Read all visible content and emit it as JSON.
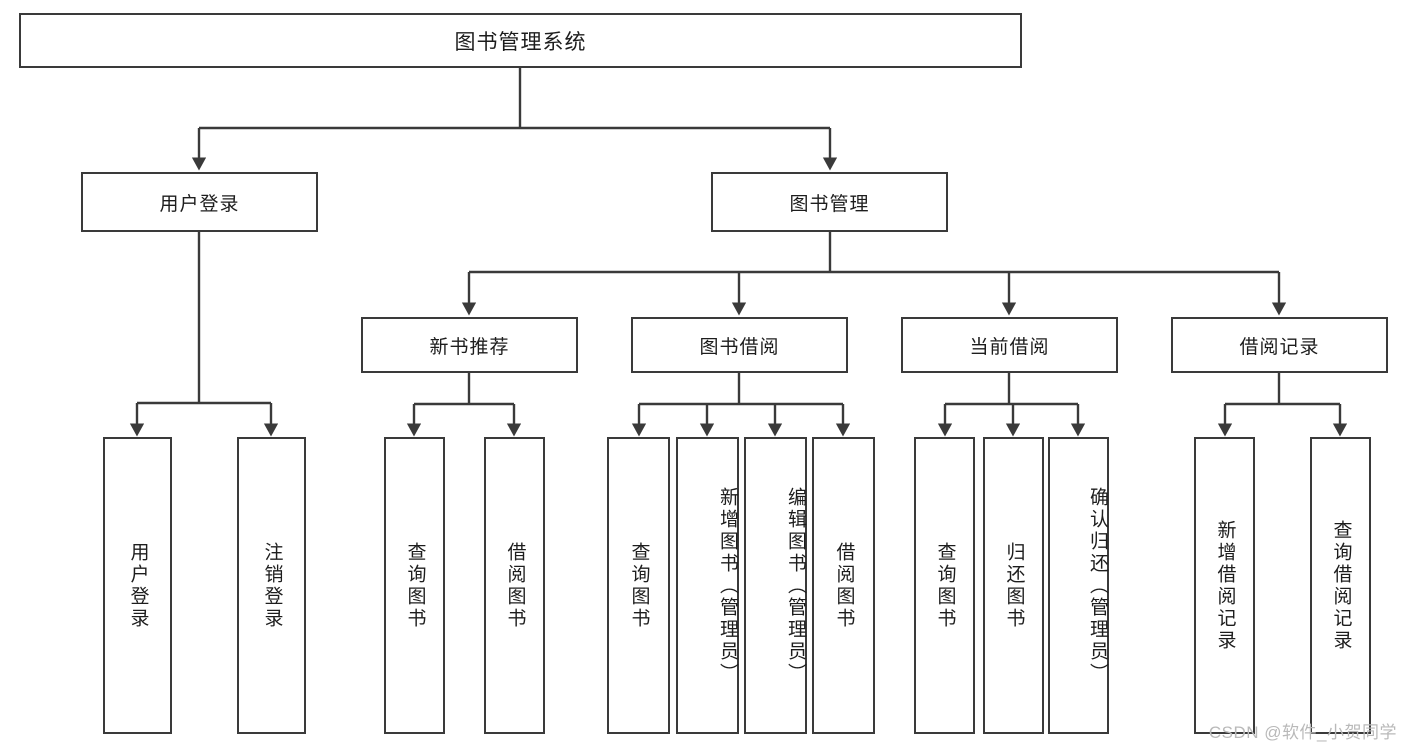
{
  "diagram": {
    "title": "图书管理系统",
    "type": "tree-hierarchy-diagram",
    "stroke_color": "#3a3a3a",
    "fill_color": "#ffffff",
    "text_color": "#1d1d1d",
    "nodes": {
      "root": {
        "label": "图书管理系统"
      },
      "level2": [
        {
          "label": "用户登录"
        },
        {
          "label": "图书管理"
        }
      ],
      "level3": [
        {
          "label": "新书推荐"
        },
        {
          "label": "图书借阅"
        },
        {
          "label": "当前借阅"
        },
        {
          "label": "借阅记录"
        }
      ],
      "leaves": {
        "user_login": [
          {
            "label": "用户登录"
          },
          {
            "label": "注销登录"
          }
        ],
        "new_book_recommend": [
          {
            "label": "查询图书"
          },
          {
            "label": "借阅图书"
          }
        ],
        "book_borrow": [
          {
            "label": "查询图书"
          },
          {
            "label": "新增图书（管理员）"
          },
          {
            "label": "编辑图书（管理员）"
          },
          {
            "label": "借阅图书"
          }
        ],
        "current_borrow": [
          {
            "label": "查询图书"
          },
          {
            "label": "归还图书"
          },
          {
            "label": "确认归还（管理员）"
          }
        ],
        "borrow_record": [
          {
            "label": "新增借阅记录"
          },
          {
            "label": "查询借阅记录"
          }
        ]
      }
    }
  },
  "watermark": {
    "text": "CSDN @软件_小贺同学"
  }
}
